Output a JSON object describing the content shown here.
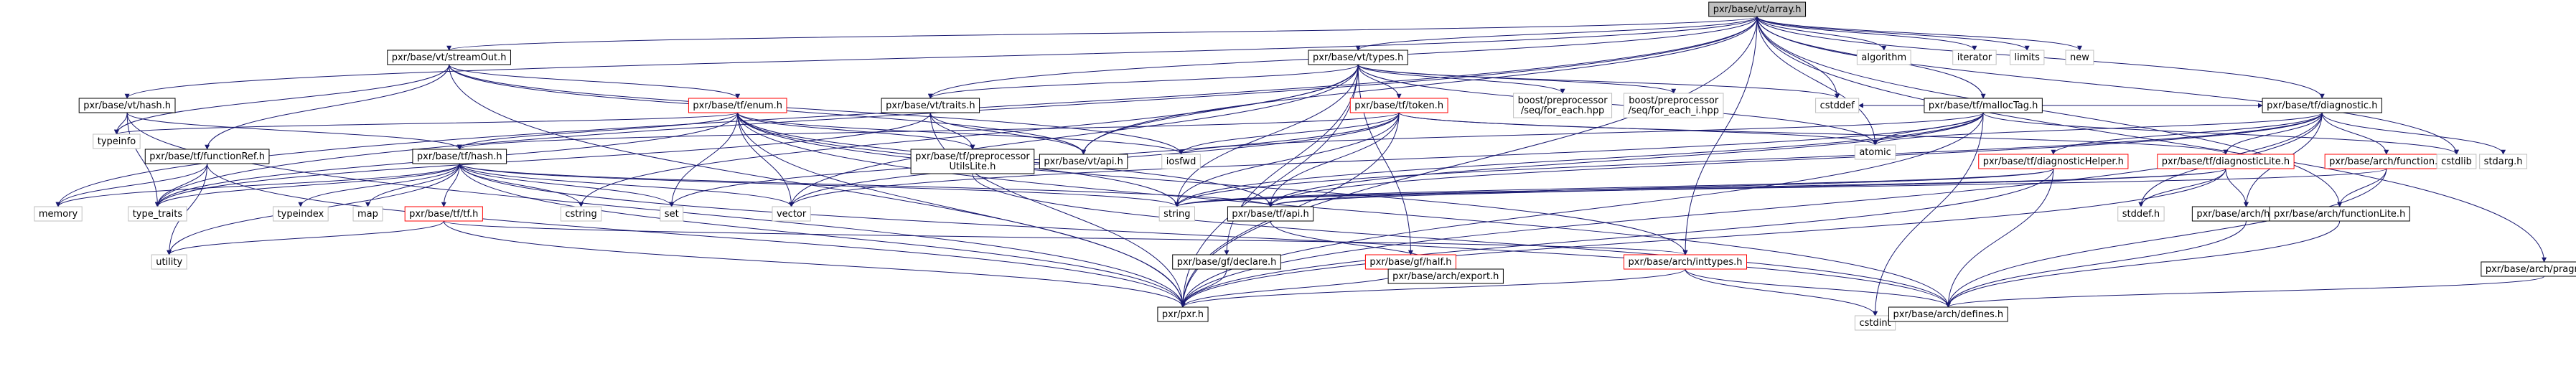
{
  "diagram": {
    "colors": {
      "edge": "#191970",
      "default_border": "#000000",
      "highlight_border": "#ff0000",
      "muted_border": "#bfbfbf",
      "root_fill": "#bfbfbf",
      "text": "#000000"
    },
    "nodes": [
      {
        "id": "array",
        "lines": [
          "pxr/base/vt/array.h"
        ],
        "style": "root"
      },
      {
        "id": "streamOut",
        "lines": [
          "pxr/base/vt/streamOut.h"
        ],
        "style": "default"
      },
      {
        "id": "types",
        "lines": [
          "pxr/base/vt/types.h"
        ],
        "style": "default"
      },
      {
        "id": "algorithm",
        "lines": [
          "algorithm"
        ],
        "style": "muted"
      },
      {
        "id": "iterator",
        "lines": [
          "iterator"
        ],
        "style": "muted"
      },
      {
        "id": "limits",
        "lines": [
          "limits"
        ],
        "style": "muted"
      },
      {
        "id": "new",
        "lines": [
          "new"
        ],
        "style": "muted"
      },
      {
        "id": "vthash",
        "lines": [
          "pxr/base/vt/hash.h"
        ],
        "style": "default"
      },
      {
        "id": "tfenum",
        "lines": [
          "pxr/base/tf/enum.h"
        ],
        "style": "highlight"
      },
      {
        "id": "vttraits",
        "lines": [
          "pxr/base/vt/traits.h"
        ],
        "style": "default"
      },
      {
        "id": "tftoken",
        "lines": [
          "pxr/base/tf/token.h"
        ],
        "style": "highlight"
      },
      {
        "id": "bpeach",
        "lines": [
          "boost/preprocessor",
          "/seq/for_each.hpp"
        ],
        "style": "muted"
      },
      {
        "id": "bpeachi",
        "lines": [
          "boost/preprocessor",
          "/seq/for_each_i.hpp"
        ],
        "style": "muted"
      },
      {
        "id": "cstddef",
        "lines": [
          "cstddef"
        ],
        "style": "muted"
      },
      {
        "id": "mallocTag",
        "lines": [
          "pxr/base/tf/mallocTag.h"
        ],
        "style": "default"
      },
      {
        "id": "tfdiag",
        "lines": [
          "pxr/base/tf/diagnostic.h"
        ],
        "style": "default"
      },
      {
        "id": "typeinfo",
        "lines": [
          "typeinfo"
        ],
        "style": "muted"
      },
      {
        "id": "funcRef",
        "lines": [
          "pxr/base/tf/functionRef.h"
        ],
        "style": "default"
      },
      {
        "id": "tfhash",
        "lines": [
          "pxr/base/tf/hash.h"
        ],
        "style": "default"
      },
      {
        "id": "ppUtils",
        "lines": [
          "pxr/base/tf/preprocessor",
          "UtilsLite.h"
        ],
        "style": "default"
      },
      {
        "id": "vtapi",
        "lines": [
          "pxr/base/vt/api.h"
        ],
        "style": "default"
      },
      {
        "id": "iosfwd",
        "lines": [
          "iosfwd"
        ],
        "style": "muted"
      },
      {
        "id": "atomic",
        "lines": [
          "atomic"
        ],
        "style": "muted"
      },
      {
        "id": "diagHelper",
        "lines": [
          "pxr/base/tf/diagnosticHelper.h"
        ],
        "style": "highlight"
      },
      {
        "id": "diagLite",
        "lines": [
          "pxr/base/tf/diagnosticLite.h"
        ],
        "style": "highlight"
      },
      {
        "id": "archfunc",
        "lines": [
          "pxr/base/arch/function.h"
        ],
        "style": "highlight"
      },
      {
        "id": "cstdlib",
        "lines": [
          "cstdlib"
        ],
        "style": "muted"
      },
      {
        "id": "stdarg",
        "lines": [
          "stdarg.h"
        ],
        "style": "muted"
      },
      {
        "id": "memory",
        "lines": [
          "memory"
        ],
        "style": "muted"
      },
      {
        "id": "type_traits",
        "lines": [
          "type_traits"
        ],
        "style": "muted"
      },
      {
        "id": "typeindex",
        "lines": [
          "typeindex"
        ],
        "style": "muted"
      },
      {
        "id": "map",
        "lines": [
          "map"
        ],
        "style": "muted"
      },
      {
        "id": "tftf",
        "lines": [
          "pxr/base/tf/tf.h"
        ],
        "style": "highlight"
      },
      {
        "id": "cstring",
        "lines": [
          "cstring"
        ],
        "style": "muted"
      },
      {
        "id": "set",
        "lines": [
          "set"
        ],
        "style": "muted"
      },
      {
        "id": "vector",
        "lines": [
          "vector"
        ],
        "style": "muted"
      },
      {
        "id": "string",
        "lines": [
          "string"
        ],
        "style": "muted"
      },
      {
        "id": "tfapi",
        "lines": [
          "pxr/base/tf/api.h"
        ],
        "style": "default"
      },
      {
        "id": "stddef",
        "lines": [
          "stddef.h"
        ],
        "style": "muted"
      },
      {
        "id": "hints",
        "lines": [
          "pxr/base/arch/hints.h"
        ],
        "style": "default"
      },
      {
        "id": "funcLite",
        "lines": [
          "pxr/base/arch/functionLite.h"
        ],
        "style": "default"
      },
      {
        "id": "utility",
        "lines": [
          "utility"
        ],
        "style": "muted"
      },
      {
        "id": "gfdeclare",
        "lines": [
          "pxr/base/gf/declare.h"
        ],
        "style": "default"
      },
      {
        "id": "gfhalf",
        "lines": [
          "pxr/base/gf/half.h"
        ],
        "style": "highlight"
      },
      {
        "id": "inttypes",
        "lines": [
          "pxr/base/arch/inttypes.h"
        ],
        "style": "highlight"
      },
      {
        "id": "export",
        "lines": [
          "pxr/base/arch/export.h"
        ],
        "style": "default"
      },
      {
        "id": "pragmas",
        "lines": [
          "pxr/base/arch/pragmas.h"
        ],
        "style": "default"
      },
      {
        "id": "pxr",
        "lines": [
          "pxr/pxr.h"
        ],
        "style": "default"
      },
      {
        "id": "cstdint",
        "lines": [
          "cstdint"
        ],
        "style": "muted"
      },
      {
        "id": "defines",
        "lines": [
          "pxr/base/arch/defines.h"
        ],
        "style": "default"
      }
    ],
    "edges": [
      [
        "array",
        "streamOut"
      ],
      [
        "array",
        "types"
      ],
      [
        "array",
        "algorithm"
      ],
      [
        "array",
        "iterator"
      ],
      [
        "array",
        "limits"
      ],
      [
        "array",
        "new"
      ],
      [
        "array",
        "mallocTag"
      ],
      [
        "array",
        "tfdiag"
      ],
      [
        "array",
        "vthash"
      ],
      [
        "array",
        "vttraits"
      ],
      [
        "array",
        "vtapi"
      ],
      [
        "array",
        "memory"
      ],
      [
        "array",
        "type_traits"
      ],
      [
        "array",
        "cstddef"
      ],
      [
        "array",
        "cstdlib"
      ],
      [
        "array",
        "pxr"
      ],
      [
        "array",
        "funcLite"
      ],
      [
        "array",
        "pragmas"
      ],
      [
        "array",
        "inttypes"
      ],
      [
        "array",
        "atomic"
      ],
      [
        "streamOut",
        "vtapi"
      ],
      [
        "streamOut",
        "tfenum"
      ],
      [
        "streamOut",
        "funcRef"
      ],
      [
        "streamOut",
        "iosfwd"
      ],
      [
        "streamOut",
        "typeinfo"
      ],
      [
        "streamOut",
        "pxr"
      ],
      [
        "types",
        "vttraits"
      ],
      [
        "types",
        "tftoken"
      ],
      [
        "types",
        "bpeach"
      ],
      [
        "types",
        "bpeachi"
      ],
      [
        "types",
        "cstddef"
      ],
      [
        "types",
        "vtapi"
      ],
      [
        "types",
        "gfdeclare"
      ],
      [
        "types",
        "gfhalf"
      ],
      [
        "types",
        "vector"
      ],
      [
        "types",
        "cstring"
      ],
      [
        "types",
        "string"
      ],
      [
        "types",
        "pxr"
      ],
      [
        "types",
        "atomic"
      ],
      [
        "vthash",
        "tfhash"
      ],
      [
        "vthash",
        "typeinfo"
      ],
      [
        "vthash",
        "type_traits"
      ],
      [
        "vthash",
        "pxr"
      ],
      [
        "tfenum",
        "tfhash"
      ],
      [
        "tfenum",
        "ppUtils"
      ],
      [
        "tfenum",
        "tfapi"
      ],
      [
        "tfenum",
        "iosfwd"
      ],
      [
        "tfenum",
        "typeinfo"
      ],
      [
        "tfenum",
        "string"
      ],
      [
        "tfenum",
        "vector"
      ],
      [
        "tfenum",
        "set"
      ],
      [
        "tfenum",
        "type_traits"
      ],
      [
        "tfenum",
        "pxr"
      ],
      [
        "tfenum",
        "defines"
      ],
      [
        "tfenum",
        "inttypes"
      ],
      [
        "vttraits",
        "vtapi"
      ],
      [
        "vttraits",
        "ppUtils"
      ],
      [
        "vttraits",
        "type_traits"
      ],
      [
        "vttraits",
        "pxr"
      ],
      [
        "tftoken",
        "tfhash"
      ],
      [
        "tftoken",
        "tfapi"
      ],
      [
        "tftoken",
        "diagLite"
      ],
      [
        "tftoken",
        "iosfwd"
      ],
      [
        "tftoken",
        "vector"
      ],
      [
        "tftoken",
        "string"
      ],
      [
        "tftoken",
        "atomic"
      ],
      [
        "tftoken",
        "pxr"
      ],
      [
        "tftoken",
        "set"
      ],
      [
        "mallocTag",
        "tfdiag"
      ],
      [
        "mallocTag",
        "tfapi"
      ],
      [
        "mallocTag",
        "atomic"
      ],
      [
        "mallocTag",
        "string"
      ],
      [
        "mallocTag",
        "cstdlib"
      ],
      [
        "mallocTag",
        "iosfwd"
      ],
      [
        "mallocTag",
        "cstdint"
      ],
      [
        "mallocTag",
        "vector"
      ],
      [
        "mallocTag",
        "pxr"
      ],
      [
        "tfdiag",
        "diagHelper"
      ],
      [
        "tfdiag",
        "diagLite"
      ],
      [
        "tfdiag",
        "archfunc"
      ],
      [
        "tfdiag",
        "hints"
      ],
      [
        "tfdiag",
        "stdarg"
      ],
      [
        "tfdiag",
        "cstddef"
      ],
      [
        "tfdiag",
        "string"
      ],
      [
        "tfdiag",
        "tfapi"
      ],
      [
        "tfdiag",
        "pxr"
      ],
      [
        "tfdiag",
        "stddef"
      ],
      [
        "tfdiag",
        "atomic"
      ],
      [
        "funcRef",
        "memory"
      ],
      [
        "funcRef",
        "type_traits"
      ],
      [
        "funcRef",
        "utility"
      ],
      [
        "funcRef",
        "pxr"
      ],
      [
        "tfhash",
        "tftf"
      ],
      [
        "tfhash",
        "memory"
      ],
      [
        "tfhash",
        "type_traits"
      ],
      [
        "tfhash",
        "typeindex"
      ],
      [
        "tfhash",
        "map"
      ],
      [
        "tfhash",
        "cstring"
      ],
      [
        "tfhash",
        "set"
      ],
      [
        "tfhash",
        "vector"
      ],
      [
        "tfhash",
        "string"
      ],
      [
        "tfhash",
        "utility"
      ],
      [
        "tfhash",
        "pxr"
      ],
      [
        "tfhash",
        "tfapi"
      ],
      [
        "tfhash",
        "defines"
      ],
      [
        "ppUtils",
        "defines"
      ],
      [
        "tftf",
        "pxr"
      ],
      [
        "tftf",
        "utility"
      ],
      [
        "tftf",
        "inttypes"
      ],
      [
        "diagHelper",
        "tfapi"
      ],
      [
        "diagHelper",
        "string"
      ],
      [
        "diagHelper",
        "pxr"
      ],
      [
        "diagHelper",
        "defines"
      ],
      [
        "diagLite",
        "tfapi"
      ],
      [
        "diagLite",
        "hints"
      ],
      [
        "diagLite",
        "stddef"
      ],
      [
        "diagLite",
        "pxr"
      ],
      [
        "diagLite",
        "string"
      ],
      [
        "archfunc",
        "funcLite"
      ],
      [
        "archfunc",
        "string"
      ],
      [
        "archfunc",
        "defines"
      ],
      [
        "tfapi",
        "export"
      ],
      [
        "hints",
        "defines"
      ],
      [
        "funcLite",
        "defines"
      ],
      [
        "pragmas",
        "defines"
      ],
      [
        "gfdeclare",
        "pxr"
      ],
      [
        "gfhalf",
        "pxr"
      ],
      [
        "inttypes",
        "cstdint"
      ],
      [
        "inttypes",
        "pxr"
      ],
      [
        "inttypes",
        "defines"
      ]
    ]
  }
}
